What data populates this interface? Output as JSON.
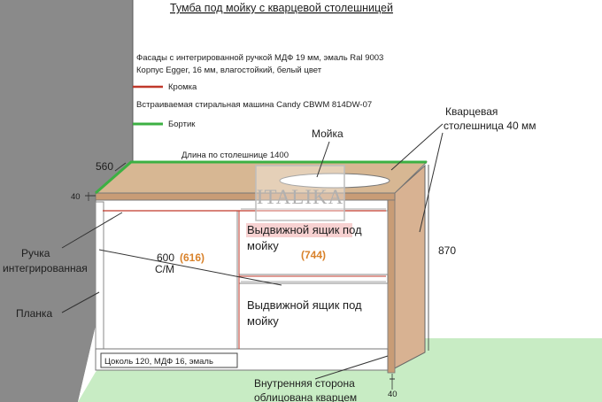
{
  "title": "Тумба под мойку  с кварцевой столешницей",
  "legend": {
    "facade": "Фасады с интегрированной  ручкой МДФ 19 мм, эмаль Ral 9003",
    "body": "Корпус Egger, 16 мм, влагостойкий, белый цвет",
    "edge": "Кромка",
    "washer": "Встраиваемая стиральная машина Candy CBWM 814DW-07",
    "splash": "Бортик",
    "edge_color": "#c0392b",
    "splash_color": "#3cb043"
  },
  "logo": "ITALIKA",
  "labels": {
    "sink": "Мойка",
    "length": "Длина по столешнице 1400",
    "quartz_line1": "Кварцевая",
    "quartz_line2": "столешница  40 мм",
    "depth": "560",
    "thickness_top": "40",
    "height": "870",
    "handle_line1": "Ручка",
    "handle_line2": "интегрированная",
    "plank": "Планка",
    "washer_width": "600",
    "washer_width_alt": "(616)",
    "washer_abbr": "С/М",
    "drawer1_line1": "Выдвижной ящик под",
    "drawer1_line2": "мойку",
    "drawer1_size": "(744)",
    "drawer2_line1": "Выдвижной ящик под",
    "drawer2_line2": "мойку",
    "plinth": "Цоколь 120, МДФ 16, эмаль",
    "inner_line1": "Внутренняя сторона",
    "inner_line2": "облицована кварцем",
    "thickness_bottom": "40"
  }
}
